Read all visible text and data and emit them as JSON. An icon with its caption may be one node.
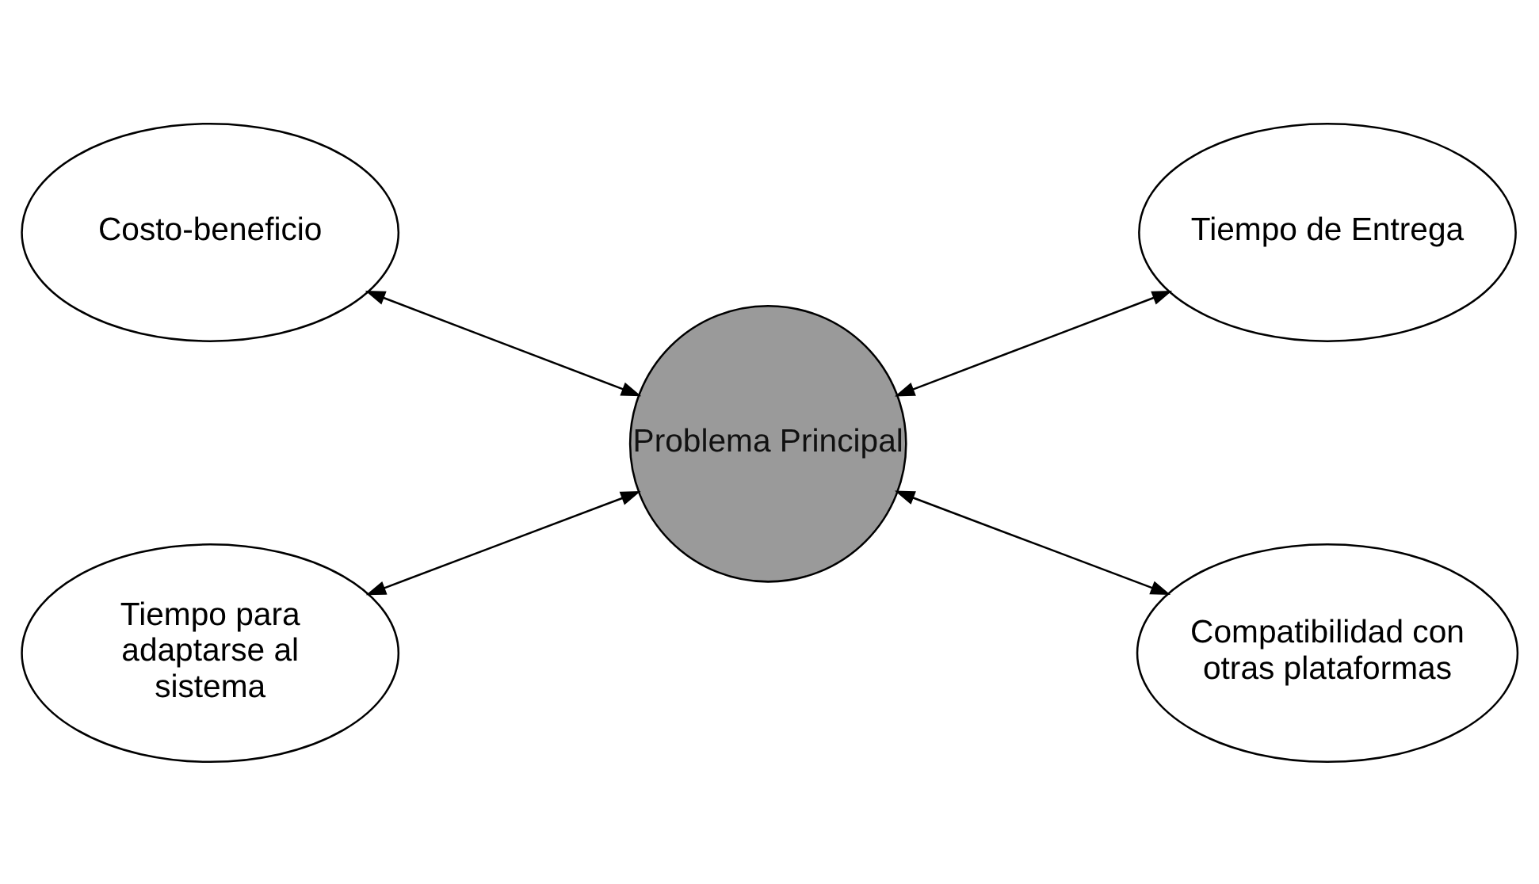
{
  "diagram": {
    "nodes": [
      {
        "text": [
          "Costo-beneficio"
        ]
      },
      {
        "text": [
          "Tiempo de Entrega"
        ]
      },
      {
        "text": [
          "Problema Principal"
        ]
      },
      {
        "text": [
          "Tiempo para adaptarse al sistema"
        ]
      },
      {
        "text": [
          "Compatibilidad con otras plataformas"
        ]
      }
    ],
    "edges": [
      {
        "from": 0,
        "to": 2,
        "arrow": "both"
      },
      {
        "from": 2,
        "to": 1,
        "arrow": "both"
      },
      {
        "from": 3,
        "to": 2,
        "arrow": "both"
      },
      {
        "from": 2,
        "to": 4,
        "arrow": "both"
      }
    ]
  }
}
